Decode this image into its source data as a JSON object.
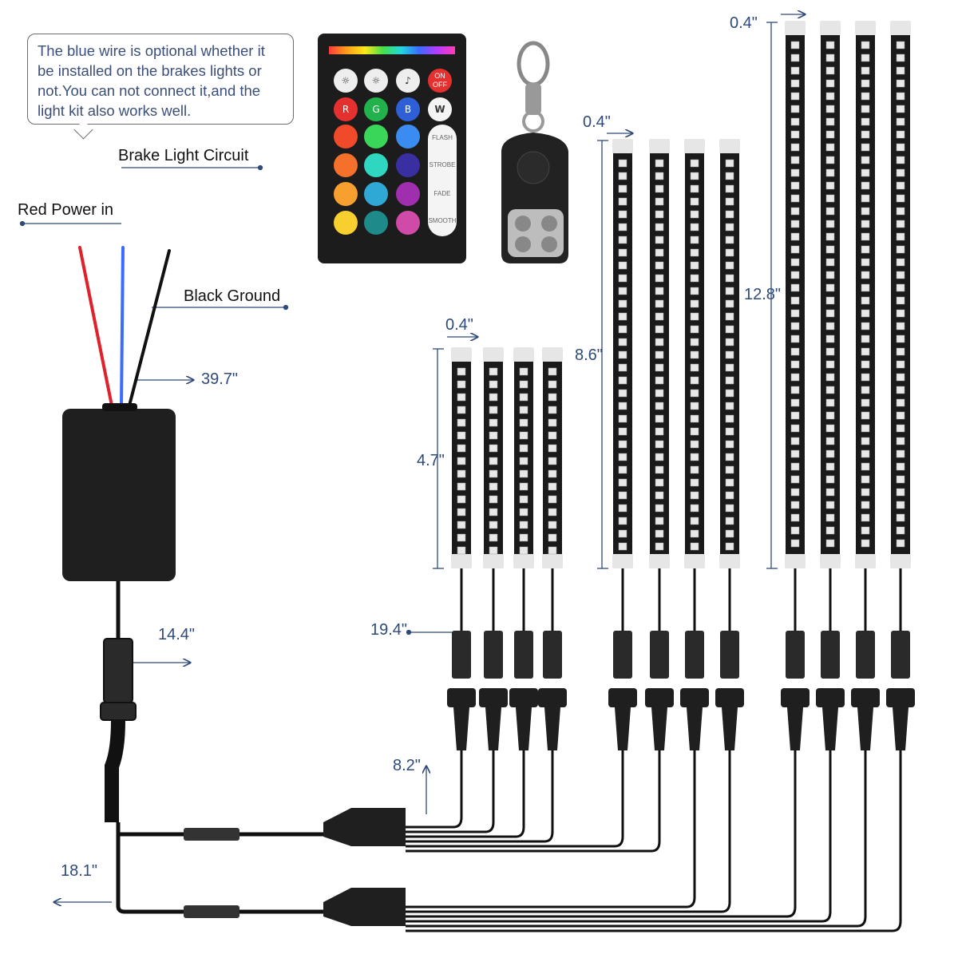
{
  "note": {
    "lines": [
      "The blue wire is optional whether it",
      "be installed on the brakes lights or",
      "not.You can not connect it,and the",
      "light kit also works well."
    ]
  },
  "labels": {
    "brake": "Brake Light Circuit",
    "red": "Red Power in",
    "black": "Black Ground"
  },
  "dimensions": {
    "main_wire": "39.7\"",
    "box_cable": "14.4\"",
    "harness": "18.1\"",
    "splitter": "8.2\"",
    "strip_lead": "19.4\"",
    "width_short": "0.4\"",
    "width_mid": "0.4\"",
    "width_long": "0.4\"",
    "len_short": "4.7\"",
    "len_mid": "8.6\"",
    "len_long": "12.8\""
  },
  "remote": {
    "on": "ON",
    "off": "OFF",
    "r": "R",
    "g": "G",
    "b": "B",
    "w": "W",
    "flash": "FLASH",
    "strobe": "STROBE",
    "fade": "FADE",
    "smooth": "SMOOTH"
  },
  "colors": {
    "dimension_text": "#2e4a7a",
    "red_wire": "#e0202a",
    "blue_wire": "#3b6cff",
    "strip": "#1a1a1a"
  }
}
